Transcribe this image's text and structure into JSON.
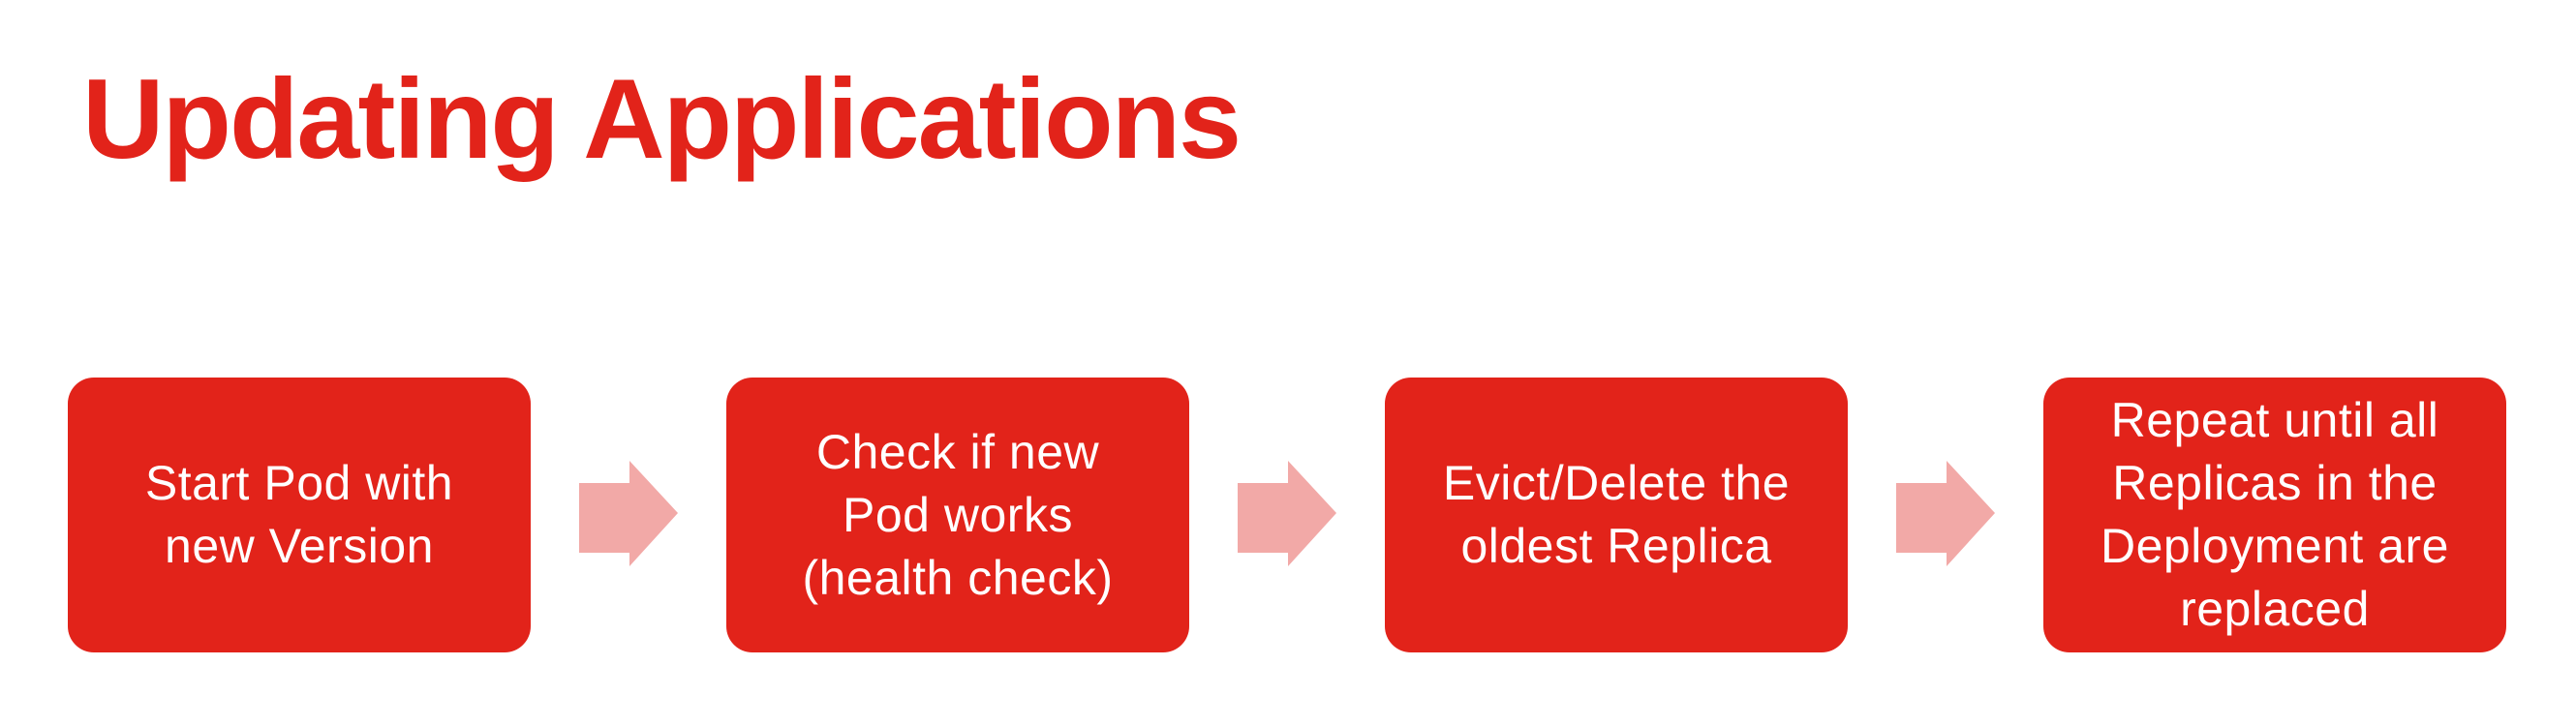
{
  "page": {
    "title": "Updating Applications"
  },
  "colors": {
    "brand_red": "#e2231a",
    "arrow_pink": "#f2a9a7",
    "step_text": "#ffffff",
    "background": "#ffffff"
  },
  "flow": {
    "connector_icon": "arrow-right-icon",
    "steps": [
      {
        "label": "Start Pod with\nnew Version"
      },
      {
        "label": "Check if new\nPod works\n(health check)"
      },
      {
        "label": "Evict/Delete the\noldest Replica"
      },
      {
        "label": "Repeat until all\nReplicas in the\nDeployment are\nreplaced"
      }
    ]
  }
}
